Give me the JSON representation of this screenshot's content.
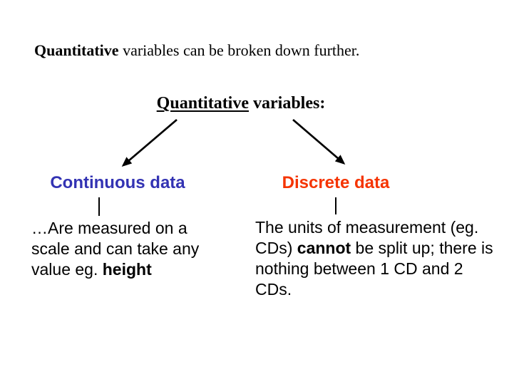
{
  "intro": {
    "bold": "Quantitative",
    "rest": " variables can be broken down further."
  },
  "heading": {
    "underlined": "Quantitative",
    "rest": " variables:"
  },
  "branches": {
    "left": {
      "title": "Continuous data",
      "color": "#3333B3",
      "desc_pre": "…Are measured on a scale and can take any value eg. ",
      "desc_bold": "height",
      "desc_post": ""
    },
    "right": {
      "title": "Discrete data",
      "color": "#F53400",
      "desc_pre": "The units of measurement (eg. CDs) ",
      "desc_bold": "cannot",
      "desc_post": " be split up; there is nothing between 1 CD and 2 CDs."
    }
  },
  "arrow_color": "#000000",
  "text_color": "#000000",
  "background_color": "#ffffff"
}
